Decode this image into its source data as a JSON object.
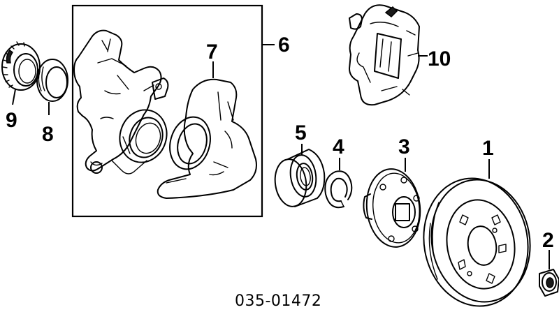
{
  "diagram": {
    "catalog_number": "035-01472",
    "callouts": {
      "c1": "1",
      "c2": "2",
      "c3": "3",
      "c4": "4",
      "c5": "5",
      "c6": "6",
      "c7": "7",
      "c8": "8",
      "c9": "9",
      "c10": "10"
    }
  }
}
